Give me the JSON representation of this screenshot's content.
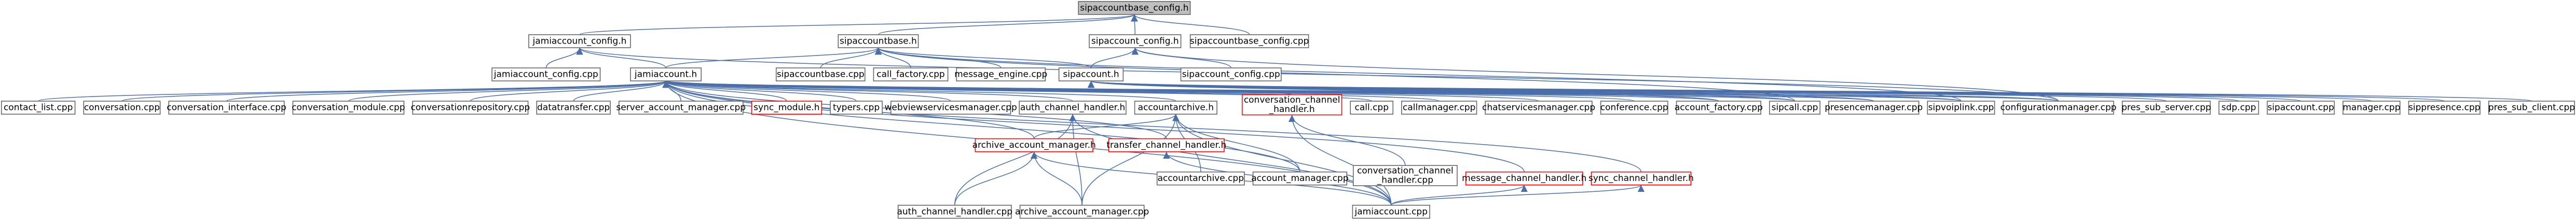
{
  "graph": {
    "kind": "include-dependency-graph",
    "edge_color": "#4a6ea9",
    "node_border_color": "#666666",
    "highlight_border_color": "#ff0000",
    "root_fill_color": "#bfbfbf",
    "nodes": [
      {
        "id": "sipaccountbase_config_h",
        "lines": [
          "sipaccountbase_config.h"
        ],
        "style": "root"
      },
      {
        "id": "jamiaccount_config_h",
        "lines": [
          "jamiaccount_config.h"
        ]
      },
      {
        "id": "sipaccountbase_h",
        "lines": [
          "sipaccountbase.h"
        ]
      },
      {
        "id": "sipaccount_config_h",
        "lines": [
          "sipaccount_config.h"
        ]
      },
      {
        "id": "sipaccountbase_config_cpp",
        "lines": [
          "sipaccountbase_config.cpp"
        ]
      },
      {
        "id": "jamiaccount_config_cpp",
        "lines": [
          "jamiaccount_config.cpp"
        ]
      },
      {
        "id": "jamiaccount_h",
        "lines": [
          "jamiaccount.h"
        ]
      },
      {
        "id": "sipaccountbase_cpp",
        "lines": [
          "sipaccountbase.cpp"
        ]
      },
      {
        "id": "call_factory_cpp",
        "lines": [
          "call_factory.cpp"
        ]
      },
      {
        "id": "message_engine_cpp",
        "lines": [
          "message_engine.cpp"
        ]
      },
      {
        "id": "sipaccount_h",
        "lines": [
          "sipaccount.h"
        ]
      },
      {
        "id": "sipaccount_config_cpp",
        "lines": [
          "sipaccount_config.cpp"
        ]
      },
      {
        "id": "contact_list_cpp",
        "lines": [
          "contact_list.cpp"
        ]
      },
      {
        "id": "conversation_cpp",
        "lines": [
          "conversation.cpp"
        ]
      },
      {
        "id": "conversation_interface_cpp",
        "lines": [
          "conversation_interface.cpp"
        ]
      },
      {
        "id": "conversation_module_cpp",
        "lines": [
          "conversation_module.cpp"
        ]
      },
      {
        "id": "conversationrepository_cpp",
        "lines": [
          "conversationrepository.cpp"
        ]
      },
      {
        "id": "datatransfer_cpp",
        "lines": [
          "datatransfer.cpp"
        ]
      },
      {
        "id": "server_account_manager_cpp",
        "lines": [
          "server_account_manager.cpp"
        ]
      },
      {
        "id": "sync_module_h",
        "lines": [
          "sync_module.h"
        ],
        "style": "red"
      },
      {
        "id": "typers_cpp",
        "lines": [
          "typers.cpp"
        ]
      },
      {
        "id": "webviewservicesmanager_cpp",
        "lines": [
          "webviewservicesmanager.cpp"
        ]
      },
      {
        "id": "auth_channel_handler_h",
        "lines": [
          "auth_channel_handler.h"
        ]
      },
      {
        "id": "accountarchive_h",
        "lines": [
          "accountarchive.h"
        ]
      },
      {
        "id": "conversation_channel_handler_h",
        "lines": [
          "conversation_channel",
          "_handler.h"
        ],
        "style": "red"
      },
      {
        "id": "call_cpp",
        "lines": [
          "call.cpp"
        ]
      },
      {
        "id": "callmanager_cpp",
        "lines": [
          "callmanager.cpp"
        ]
      },
      {
        "id": "chatservicesmanager_cpp",
        "lines": [
          "chatservicesmanager.cpp"
        ]
      },
      {
        "id": "conference_cpp",
        "lines": [
          "conference.cpp"
        ]
      },
      {
        "id": "account_factory_cpp",
        "lines": [
          "account_factory.cpp"
        ]
      },
      {
        "id": "sipcall_cpp",
        "lines": [
          "sipcall.cpp"
        ]
      },
      {
        "id": "presencemanager_cpp",
        "lines": [
          "presencemanager.cpp"
        ]
      },
      {
        "id": "sipvoiplink_cpp",
        "lines": [
          "sipvoiplink.cpp"
        ]
      },
      {
        "id": "configurationmanager_cpp",
        "lines": [
          "configurationmanager.cpp"
        ]
      },
      {
        "id": "pres_sub_server_cpp",
        "lines": [
          "pres_sub_server.cpp"
        ]
      },
      {
        "id": "sdp_cpp",
        "lines": [
          "sdp.cpp"
        ]
      },
      {
        "id": "sipaccount_cpp",
        "lines": [
          "sipaccount.cpp"
        ]
      },
      {
        "id": "manager_cpp",
        "lines": [
          "manager.cpp"
        ]
      },
      {
        "id": "sippresence_cpp",
        "lines": [
          "sippresence.cpp"
        ]
      },
      {
        "id": "pres_sub_client_cpp",
        "lines": [
          "pres_sub_client.cpp"
        ]
      },
      {
        "id": "archive_account_manager_h",
        "lines": [
          "archive_account_manager.h"
        ],
        "style": "red"
      },
      {
        "id": "transfer_channel_handler_h",
        "lines": [
          "transfer_channel_handler.h"
        ],
        "style": "red"
      },
      {
        "id": "accountarchive_cpp",
        "lines": [
          "accountarchive.cpp"
        ]
      },
      {
        "id": "account_manager_cpp",
        "lines": [
          "account_manager.cpp"
        ]
      },
      {
        "id": "conversation_channel_handler_cpp",
        "lines": [
          "conversation_channel",
          "_handler.cpp"
        ]
      },
      {
        "id": "message_channel_handler_h",
        "lines": [
          "message_channel_handler.h"
        ],
        "style": "red"
      },
      {
        "id": "sync_channel_handler_h",
        "lines": [
          "sync_channel_handler.h"
        ],
        "style": "red"
      },
      {
        "id": "auth_channel_handler_cpp",
        "lines": [
          "auth_channel_handler.cpp"
        ]
      },
      {
        "id": "archive_account_manager_cpp",
        "lines": [
          "archive_account_manager.cpp"
        ]
      },
      {
        "id": "jamiaccount_cpp",
        "lines": [
          "jamiaccount.cpp"
        ]
      }
    ],
    "edges": [
      [
        "sipaccountbase_config_h",
        "jamiaccount_config_h"
      ],
      [
        "sipaccountbase_config_h",
        "sipaccountbase_h"
      ],
      [
        "sipaccountbase_config_h",
        "sipaccount_config_h"
      ],
      [
        "sipaccountbase_config_h",
        "sipaccountbase_config_cpp"
      ],
      [
        "jamiaccount_config_h",
        "jamiaccount_config_cpp"
      ],
      [
        "jamiaccount_config_h",
        "jamiaccount_h"
      ],
      [
        "jamiaccount_config_h",
        "configurationmanager_cpp"
      ],
      [
        "sipaccountbase_h",
        "jamiaccount_h"
      ],
      [
        "sipaccountbase_h",
        "sipaccountbase_cpp"
      ],
      [
        "sipaccountbase_h",
        "call_factory_cpp"
      ],
      [
        "sipaccountbase_h",
        "message_engine_cpp"
      ],
      [
        "sipaccountbase_h",
        "sipaccount_h"
      ],
      [
        "sipaccountbase_h",
        "sipcall_cpp"
      ],
      [
        "sipaccountbase_h",
        "sipvoiplink_cpp"
      ],
      [
        "sipaccount_config_h",
        "sipaccount_h"
      ],
      [
        "sipaccount_config_h",
        "sipaccount_config_cpp"
      ],
      [
        "sipaccount_config_h",
        "configurationmanager_cpp"
      ],
      [
        "jamiaccount_h",
        "contact_list_cpp"
      ],
      [
        "jamiaccount_h",
        "conversation_cpp"
      ],
      [
        "jamiaccount_h",
        "conversation_interface_cpp"
      ],
      [
        "jamiaccount_h",
        "conversation_module_cpp"
      ],
      [
        "jamiaccount_h",
        "conversationrepository_cpp"
      ],
      [
        "jamiaccount_h",
        "datatransfer_cpp"
      ],
      [
        "jamiaccount_h",
        "server_account_manager_cpp"
      ],
      [
        "jamiaccount_h",
        "sync_module_h"
      ],
      [
        "jamiaccount_h",
        "typers_cpp"
      ],
      [
        "jamiaccount_h",
        "webviewservicesmanager_cpp"
      ],
      [
        "jamiaccount_h",
        "auth_channel_handler_h"
      ],
      [
        "jamiaccount_h",
        "accountarchive_h"
      ],
      [
        "jamiaccount_h",
        "conversation_channel_handler_h"
      ],
      [
        "jamiaccount_h",
        "call_cpp"
      ],
      [
        "jamiaccount_h",
        "callmanager_cpp"
      ],
      [
        "jamiaccount_h",
        "chatservicesmanager_cpp"
      ],
      [
        "jamiaccount_h",
        "conference_cpp"
      ],
      [
        "jamiaccount_h",
        "account_factory_cpp"
      ],
      [
        "jamiaccount_h",
        "sipcall_cpp"
      ],
      [
        "jamiaccount_h",
        "presencemanager_cpp"
      ],
      [
        "jamiaccount_h",
        "sipvoiplink_cpp"
      ],
      [
        "jamiaccount_h",
        "configurationmanager_cpp"
      ],
      [
        "jamiaccount_h",
        "archive_account_manager_h"
      ],
      [
        "jamiaccount_h",
        "transfer_channel_handler_h"
      ],
      [
        "jamiaccount_h",
        "account_manager_cpp"
      ],
      [
        "jamiaccount_h",
        "message_channel_handler_h"
      ],
      [
        "jamiaccount_h",
        "sync_channel_handler_h"
      ],
      [
        "jamiaccount_h",
        "jamiaccount_cpp"
      ],
      [
        "sipaccount_h",
        "account_factory_cpp"
      ],
      [
        "sipaccount_h",
        "sipcall_cpp"
      ],
      [
        "sipaccount_h",
        "presencemanager_cpp"
      ],
      [
        "sipaccount_h",
        "sipvoiplink_cpp"
      ],
      [
        "sipaccount_h",
        "configurationmanager_cpp"
      ],
      [
        "sipaccount_h",
        "pres_sub_server_cpp"
      ],
      [
        "sipaccount_h",
        "sdp_cpp"
      ],
      [
        "sipaccount_h",
        "sipaccount_cpp"
      ],
      [
        "sipaccount_h",
        "manager_cpp"
      ],
      [
        "sipaccount_h",
        "sippresence_cpp"
      ],
      [
        "sipaccount_h",
        "pres_sub_client_cpp"
      ],
      [
        "auth_channel_handler_h",
        "auth_channel_handler_cpp"
      ],
      [
        "auth_channel_handler_h",
        "archive_account_manager_cpp"
      ],
      [
        "auth_channel_handler_h",
        "jamiaccount_cpp"
      ],
      [
        "accountarchive_h",
        "archive_account_manager_h"
      ],
      [
        "accountarchive_h",
        "accountarchive_cpp"
      ],
      [
        "accountarchive_h",
        "account_manager_cpp"
      ],
      [
        "accountarchive_h",
        "archive_account_manager_cpp"
      ],
      [
        "accountarchive_h",
        "jamiaccount_cpp"
      ],
      [
        "conversation_channel_handler_h",
        "conversation_channel_handler_cpp"
      ],
      [
        "conversation_channel_handler_h",
        "jamiaccount_cpp"
      ],
      [
        "archive_account_manager_h",
        "auth_channel_handler_cpp"
      ],
      [
        "archive_account_manager_h",
        "archive_account_manager_cpp"
      ],
      [
        "archive_account_manager_h",
        "jamiaccount_cpp"
      ],
      [
        "transfer_channel_handler_h",
        "jamiaccount_cpp"
      ],
      [
        "message_channel_handler_h",
        "jamiaccount_cpp"
      ],
      [
        "sync_channel_handler_h",
        "jamiaccount_cpp"
      ]
    ]
  }
}
